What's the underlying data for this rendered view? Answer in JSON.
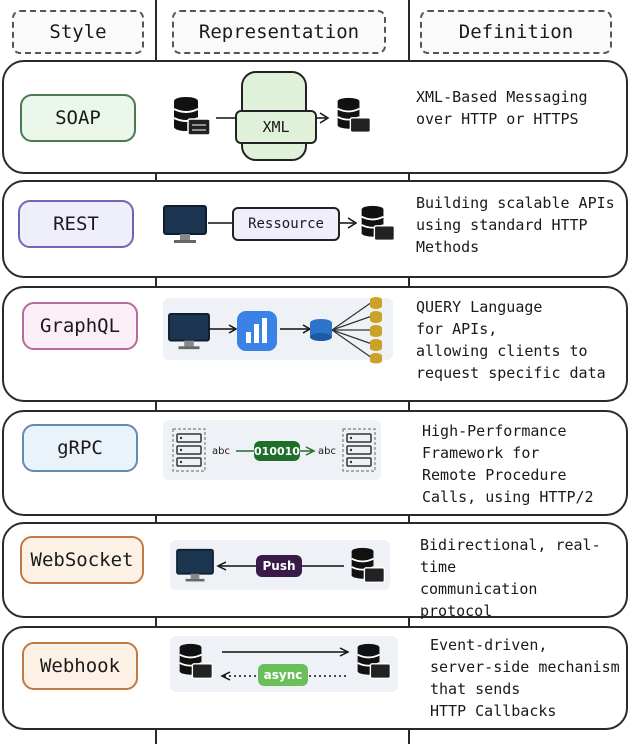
{
  "headers": {
    "style": "Style",
    "representation": "Representation",
    "definition": "Definition"
  },
  "rows": [
    {
      "style": "SOAP",
      "label": "XML",
      "definition": "XML-Based Messaging\nover HTTP or HTTPS",
      "color": "#5fbf6b"
    },
    {
      "style": "REST",
      "label": "Ressource",
      "definition": "Building scalable APIs\nusing standard HTTP\nMethods",
      "color": "#8a7fd8"
    },
    {
      "style": "GraphQL",
      "label": "",
      "definition": "QUERY Language\nfor APIs,\nallowing clients to\nrequest specific data",
      "color": "#e39bc9"
    },
    {
      "style": "gRPC",
      "label": "010010",
      "tag_left": "abc",
      "tag_right": "abc",
      "definition": "High-Performance\nFramework for\nRemote Procedure\nCalls, using HTTP/2",
      "color": "#6ea6d8"
    },
    {
      "style": "WebSocket",
      "label": "Push",
      "definition": "Bidirectional, real-time\ncommunication\nprotocol",
      "color": "#f0a97a"
    },
    {
      "style": "Webhook",
      "label": "async",
      "definition": "Event-driven,\nserver-side mechanism\nthat sends\nHTTP Callbacks",
      "color": "#f0a97a"
    }
  ],
  "colors": {
    "grpc_pill": "#1f6e2a",
    "push_pill": "#3a1b47",
    "async_pill": "#6bbf59",
    "graphql_logo": "#3b82e6",
    "monitor": "#1c3550"
  },
  "icons": [
    "database-server-icon",
    "monitor-icon",
    "bar-chart-icon",
    "server-rack-icon",
    "arrow-icon"
  ]
}
